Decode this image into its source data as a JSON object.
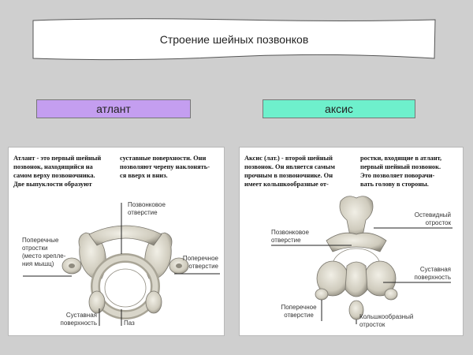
{
  "banner": {
    "title": "Строение шейных позвонков"
  },
  "tabs": {
    "atlas": "атлант",
    "axis": "аксис"
  },
  "atlas": {
    "text_col1": "Атлант - это первый шейный\nпозвонок, находящийся на\nсамом верху позвоночника.\nДве выпуклости образуют",
    "text_col2": "суставные поверхности. Они\nпозволяют черепу наклонять-\nся вверх и вниз.",
    "labels": {
      "vertebral_foramen": "Позвонковое\nотверстие",
      "transverse_processes": "Поперечные\nотростки\n(место крепле-\nния мышц)",
      "transverse_foramen": "Поперечное\nотверстие",
      "articular_surface": "Суставная\nповерхность",
      "groove": "Паз"
    }
  },
  "axis": {
    "text_col1": "Аксис (лат.) - второй шейный\nпозвонок. Он является самым\nпрочным в позвоночнике. Он\nимеет кольшкообразные от-",
    "text_col2": "ростки, входящие в атлант,\nпервый шейный позвонок.\nЭто позволяет поворачи-\nвать голову в стороны.",
    "labels": {
      "spinous_process": "Остевидный\nотросток",
      "vertebral_foramen": "Позвонковое\nотверстие",
      "articular_surface": "Суставная\nповерхность",
      "transverse_foramen": "Поперечное\nотверстие",
      "odontoid_process": "Кольшкообразный\nотросток"
    }
  }
}
